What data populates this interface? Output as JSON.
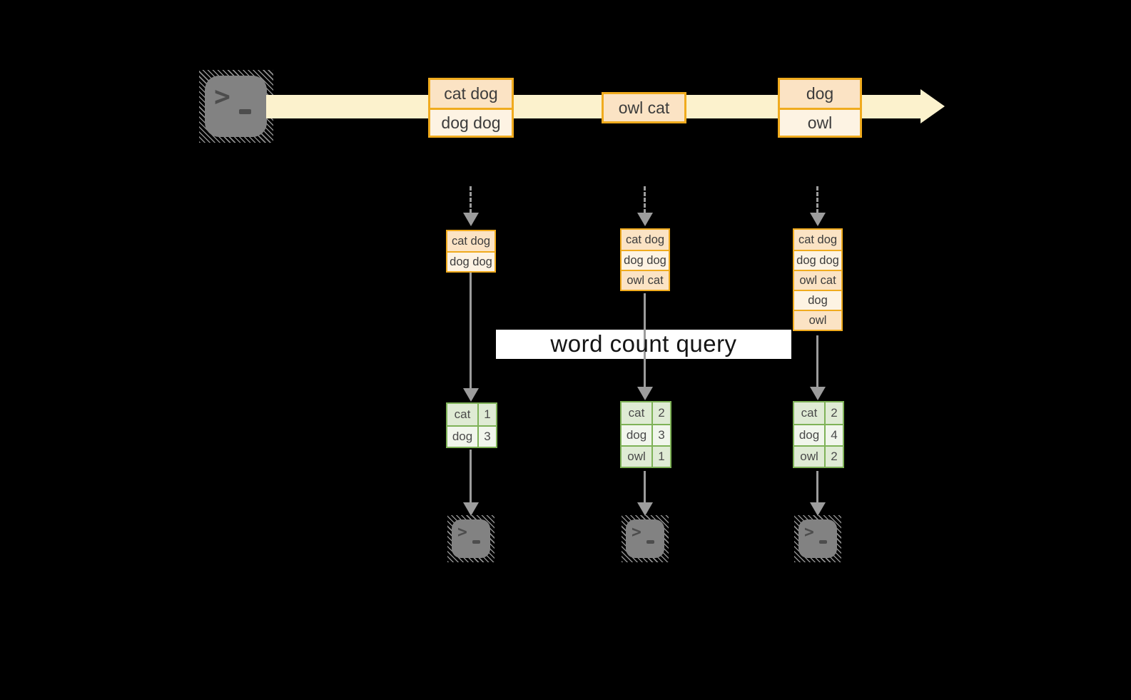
{
  "palette": {
    "amber": "#f0ab1e",
    "peach": "#fbe3c4",
    "cream": "#fdf3e3",
    "band": "#fcf2cd",
    "gray": "#9c9c9c",
    "green": "#7eb257",
    "green_dark": "#dfebd4",
    "green_light": "#f1f6ec",
    "ink": "#3c3c3c",
    "term_gray": "#828282",
    "term_ink": "#4d4d4d"
  },
  "terminal": {
    "chevron": ">"
  },
  "stream": {
    "batches": [
      {
        "messages": [
          "cat dog",
          "dog dog"
        ]
      },
      {
        "messages": [
          "owl cat"
        ]
      },
      {
        "messages": [
          "dog",
          "owl"
        ]
      }
    ]
  },
  "query": {
    "label": "word count query"
  },
  "pipelines": [
    {
      "state": [
        "cat dog",
        "dog dog"
      ],
      "counts": [
        [
          "cat",
          "1"
        ],
        [
          "dog",
          "3"
        ]
      ]
    },
    {
      "state": [
        "cat dog",
        "dog dog",
        "owl cat"
      ],
      "counts": [
        [
          "cat",
          "2"
        ],
        [
          "dog",
          "3"
        ],
        [
          "owl",
          "1"
        ]
      ]
    },
    {
      "state": [
        "cat dog",
        "dog dog",
        "owl cat",
        "dog",
        "owl"
      ],
      "counts": [
        [
          "cat",
          "2"
        ],
        [
          "dog",
          "4"
        ],
        [
          "owl",
          "2"
        ]
      ]
    }
  ]
}
